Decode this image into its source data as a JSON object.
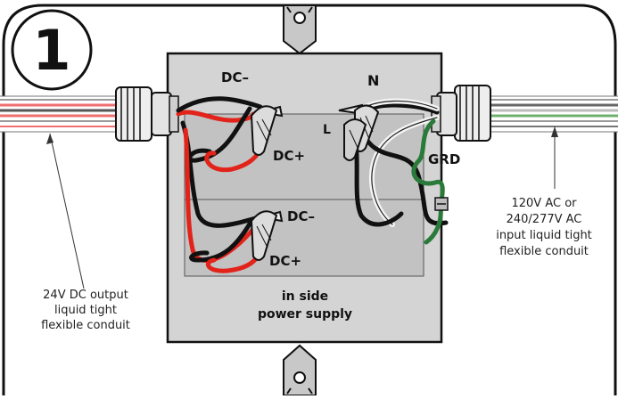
{
  "step_number": "1",
  "colors": {
    "frame": "#111111",
    "box_fill": "#d4d4d4",
    "psu_fill": "#c2c2c2",
    "wire_black": "#111111",
    "wire_red": "#e2231a",
    "wire_white": "#f4f4f4",
    "wire_green": "#2a7a3a",
    "conduit_gray": "#8a8a8a",
    "conduit_red": "#ef6f6f",
    "conduit_green": "#6fb06f"
  },
  "labels": {
    "dc_minus_top": "DC–",
    "dc_plus_top": "DC+",
    "dc_minus_bottom": "DC–",
    "dc_plus_bottom": "DC+",
    "neutral": "N",
    "line": "L",
    "ground": "GRD",
    "power_supply_line1": "in side",
    "power_supply_line2": "power supply"
  },
  "callouts": {
    "left": [
      "24V DC output",
      "liquid tight",
      "flexible conduit"
    ],
    "right": [
      "120V AC or",
      "240/277V AC",
      "input liquid tight",
      "flexible conduit"
    ]
  },
  "icons": [
    "wire-nut-icon",
    "cable-gland-icon",
    "mounting-bracket-icon",
    "ground-screw-icon"
  ]
}
